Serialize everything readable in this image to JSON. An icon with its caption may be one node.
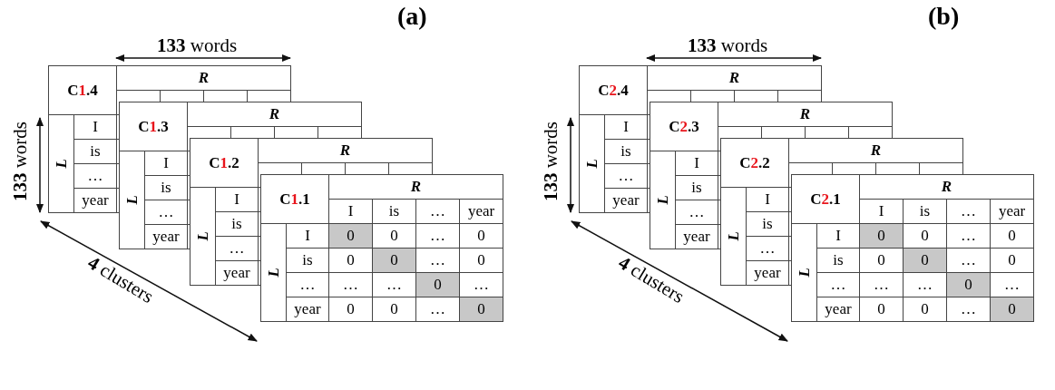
{
  "diagram": {
    "labels": [
      "(a)",
      "**133** words",
      "**133** words",
      "**4** clusters",
      "C1.4",
      "R",
      "L",
      "I",
      "is",
      "…",
      "year",
      "C1.3",
      "R",
      "L",
      "I",
      "is",
      "…",
      "year",
      "C1.2",
      "R",
      "L",
      "I",
      "is",
      "…",
      "year",
      "C1.1",
      "R",
      "I",
      "is",
      "…",
      "year",
      "L",
      "I",
      "0",
      "0",
      "…",
      "0",
      "is",
      "0",
      "0",
      "…",
      "0",
      "…",
      "…",
      "…",
      "0",
      "…",
      "year",
      "0",
      "0",
      "…",
      "0",
      "(b)",
      "**133** words",
      "**133** words",
      "**4** clusters",
      "C2.4",
      "R",
      "L",
      "I",
      "is",
      "…",
      "year",
      "C2.3",
      "R",
      "L",
      "I",
      "is",
      "…",
      "year",
      "C2.2",
      "R",
      "L",
      "I",
      "is",
      "…",
      "year",
      "C2.1",
      "R",
      "I",
      "is",
      "…",
      "year",
      "L",
      "I",
      "0",
      "0",
      "…",
      "0",
      "is",
      "0",
      "0",
      "…",
      "0",
      "…",
      "…",
      "…",
      "0",
      "…",
      "year",
      "0",
      "0",
      "…",
      "0"
    ]
  }
}
